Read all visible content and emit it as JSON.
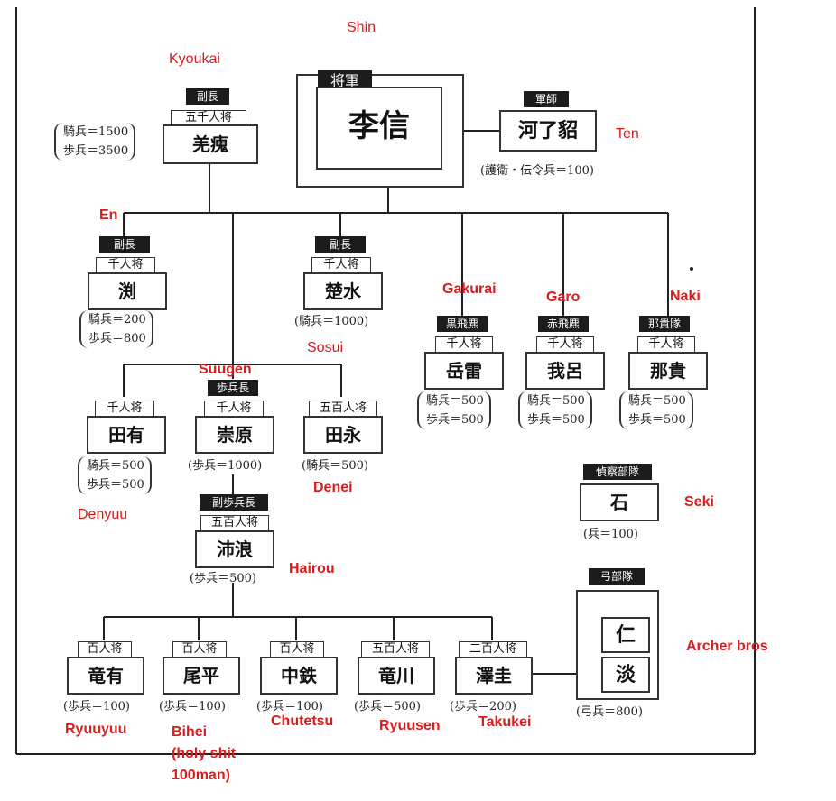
{
  "nodes": {
    "shin": {
      "badge": "将軍",
      "name": "李信",
      "label": "Shin"
    },
    "ten": {
      "badge": "軍師",
      "name": "河了貂",
      "troops": "(護衛・伝令兵＝100)",
      "label": "Ten"
    },
    "kyoukai": {
      "badge": "副長",
      "rank": "五千人将",
      "name": "羌瘣",
      "troops": [
        "騎兵＝1500",
        "歩兵＝3500"
      ],
      "label": "Kyoukai"
    },
    "en": {
      "badge": "副長",
      "rank": "千人将",
      "name": "渕",
      "troops": [
        "騎兵＝200",
        "歩兵＝800"
      ],
      "label": "En"
    },
    "sosui": {
      "badge": "副長",
      "rank": "千人将",
      "name": "楚水",
      "troops": "(騎兵＝1000)",
      "label": "Sosui"
    },
    "gakurai": {
      "badge": "黒飛麃",
      "rank": "千人将",
      "name": "岳雷",
      "troops": [
        "騎兵＝500",
        "歩兵＝500"
      ],
      "label": "Gakurai"
    },
    "garo": {
      "badge": "赤飛麃",
      "rank": "千人将",
      "name": "我呂",
      "troops": [
        "騎兵＝500",
        "歩兵＝500"
      ],
      "label": "Garo"
    },
    "naki": {
      "badge": "那貴隊",
      "rank": "千人将",
      "name": "那貴",
      "troops": [
        "騎兵＝500",
        "歩兵＝500"
      ],
      "label": "Naki"
    },
    "denyuu": {
      "rank": "千人将",
      "name": "田有",
      "troops": [
        "騎兵＝500",
        "歩兵＝500"
      ],
      "label": "Denyuu"
    },
    "suugen": {
      "badge": "歩兵長",
      "rank": "千人将",
      "name": "崇原",
      "troops": "(歩兵＝1000)",
      "label": "Suugen"
    },
    "denei": {
      "rank": "五百人将",
      "name": "田永",
      "troops": "(騎兵＝500)",
      "label": "Denei"
    },
    "seki": {
      "badge": "偵察部隊",
      "name": "石",
      "troops": "(兵＝100)",
      "label": "Seki"
    },
    "hairou": {
      "badge": "副歩兵長",
      "rank": "五百人将",
      "name": "沛浪",
      "troops": "(歩兵＝500)",
      "label": "Hairou"
    },
    "archers": {
      "badge": "弓部隊",
      "name1": "仁",
      "name2": "淡",
      "troops": "(弓兵＝800)",
      "label": "Archer bros"
    },
    "ryuuyuu": {
      "rank": "百人将",
      "name": "竜有",
      "troops": "(歩兵＝100)",
      "label": "Ryuuyuu"
    },
    "bihei": {
      "rank": "百人将",
      "name": "尾平",
      "troops": "(歩兵＝100)",
      "label": [
        "Bihei",
        "(holy shit",
        "100man)"
      ]
    },
    "chutetsu": {
      "rank": "百人将",
      "name": "中鉄",
      "troops": "(歩兵＝100)",
      "label": "Chutetsu"
    },
    "ryuusen": {
      "rank": "五百人将",
      "name": "竜川",
      "troops": "(歩兵＝500)",
      "label": "Ryuusen"
    },
    "takukei": {
      "rank": "二百人将",
      "name": "澤圭",
      "troops": "(歩兵＝200)",
      "label": "Takukei"
    }
  }
}
